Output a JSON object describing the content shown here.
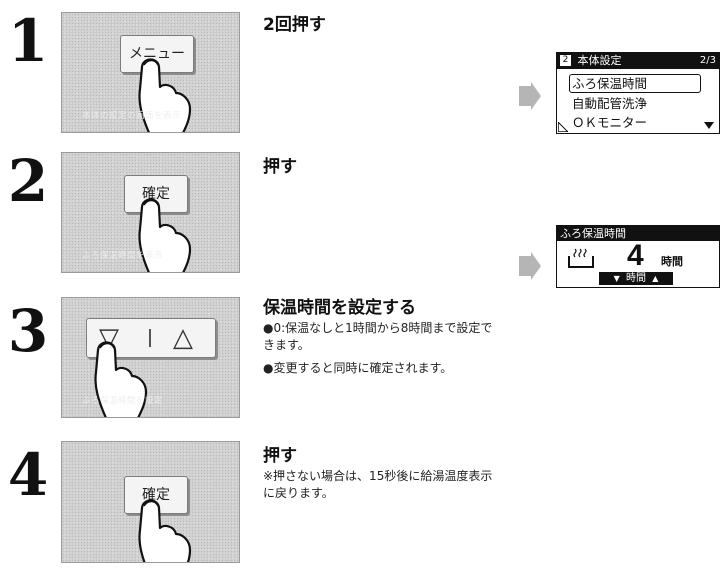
{
  "steps": [
    {
      "number": "1",
      "button_label": "メニュー",
      "ghost_text": "本体の設定の画面を表示",
      "title": "2回押す",
      "notes": []
    },
    {
      "number": "2",
      "button_label": "確定",
      "ghost_text": "ふろ保温時間を表示",
      "title": "押す",
      "notes": []
    },
    {
      "number": "3",
      "down_symbol": "▽",
      "up_symbol": "△",
      "ghost_text": "ふろ保温時間を設定",
      "title": "保温時間を設定する",
      "notes": [
        "●0:保温なしと1時間から8時間まで設定できます。",
        "●変更すると同時に確定されます。"
      ]
    },
    {
      "number": "4",
      "button_label": "確定",
      "title": "押す",
      "notes": [
        "※押さない場合は、15秒後に給湯温度表示に戻ります。"
      ]
    }
  ],
  "screen1": {
    "tab_number": "2",
    "header": "本体設定",
    "page_indicator": "2/3",
    "items": [
      "ふろ保温時間",
      "自動配管洗浄",
      "ＯＫモニター"
    ],
    "selected_index": 0
  },
  "screen2": {
    "header": "ふろ保温時間",
    "value": "4",
    "unit": "時間",
    "footer_label": "時間",
    "icon": "bath-icon"
  }
}
